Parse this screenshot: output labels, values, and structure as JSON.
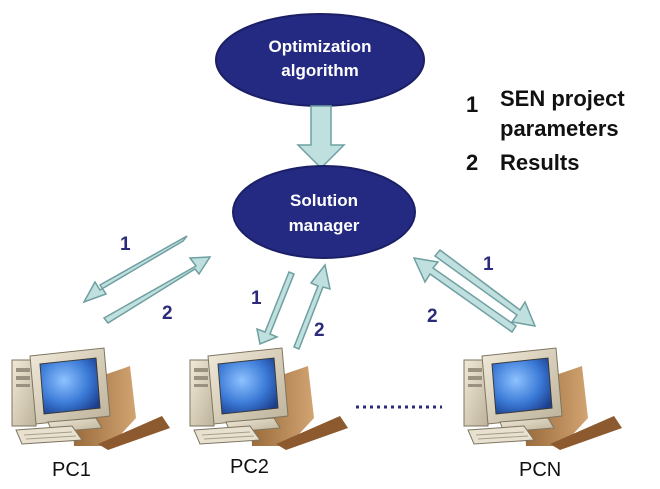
{
  "nodes": {
    "optimizer": {
      "line1": "Optimization",
      "line2": "algorithm"
    },
    "manager": {
      "line1": "Solution",
      "line2": "manager"
    }
  },
  "legend": [
    {
      "num": "1",
      "lines": [
        "SEN project",
        "parameters"
      ]
    },
    {
      "num": "2",
      "lines": [
        "Results"
      ]
    }
  ],
  "arrow_labels": {
    "pc1_send": "1",
    "pc1_return": "2",
    "pc2_send": "1",
    "pc2_return": "2",
    "pcn_send": "1",
    "pcn_return": "2"
  },
  "computers": [
    {
      "label": "PC1"
    },
    {
      "label": "PC2"
    },
    {
      "label": "PCN"
    }
  ],
  "colors": {
    "ellipse_fill": "#242a82",
    "ellipse_stroke": "#1a1f66",
    "arrow_fill": "#bfe0df",
    "arrow_stroke": "#6f9fa0",
    "label_color": "#2b2b7a",
    "dots": "#2b2b7a"
  },
  "icons": {
    "computer": "desktop-computer-icon"
  }
}
